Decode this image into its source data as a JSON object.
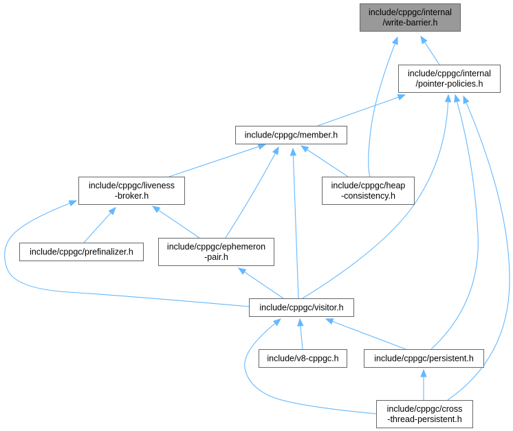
{
  "colors": {
    "edge": "#63b8ff",
    "node_fill": "#ffffff",
    "node_border": "#666666",
    "root_fill": "#999999",
    "text": "#000000"
  },
  "nodes": [
    {
      "id": "write_barrier",
      "lines": [
        "include/cppgc/internal",
        "/write-barrier.h"
      ],
      "root": true
    },
    {
      "id": "pointer_policies",
      "lines": [
        "include/cppgc/internal",
        "/pointer-policies.h"
      ]
    },
    {
      "id": "member",
      "lines": [
        "include/cppgc/member.h"
      ]
    },
    {
      "id": "liveness_broker",
      "lines": [
        "include/cppgc/liveness",
        "-broker.h"
      ]
    },
    {
      "id": "heap_consistency",
      "lines": [
        "include/cppgc/heap",
        "-consistency.h"
      ]
    },
    {
      "id": "prefinalizer",
      "lines": [
        "include/cppgc/prefinalizer.h"
      ]
    },
    {
      "id": "ephemeron_pair",
      "lines": [
        "include/cppgc/ephemeron",
        "-pair.h"
      ]
    },
    {
      "id": "visitor",
      "lines": [
        "include/cppgc/visitor.h"
      ]
    },
    {
      "id": "v8_cppgc",
      "lines": [
        "include/v8-cppgc.h"
      ]
    },
    {
      "id": "persistent",
      "lines": [
        "include/cppgc/persistent.h"
      ]
    },
    {
      "id": "cross_thread_persistent",
      "lines": [
        "include/cppgc/cross",
        "-thread-persistent.h"
      ]
    }
  ],
  "edges": [
    {
      "from": "pointer_policies",
      "to": "write_barrier"
    },
    {
      "from": "heap_consistency",
      "to": "write_barrier"
    },
    {
      "from": "member",
      "to": "pointer_policies"
    },
    {
      "from": "visitor",
      "to": "pointer_policies"
    },
    {
      "from": "persistent",
      "to": "pointer_policies"
    },
    {
      "from": "cross_thread_persistent",
      "to": "pointer_policies"
    },
    {
      "from": "liveness_broker",
      "to": "member"
    },
    {
      "from": "heap_consistency",
      "to": "member"
    },
    {
      "from": "ephemeron_pair",
      "to": "member"
    },
    {
      "from": "visitor",
      "to": "member"
    },
    {
      "from": "prefinalizer",
      "to": "liveness_broker"
    },
    {
      "from": "ephemeron_pair",
      "to": "liveness_broker"
    },
    {
      "from": "visitor",
      "to": "liveness_broker"
    },
    {
      "from": "visitor",
      "to": "ephemeron_pair"
    },
    {
      "from": "v8_cppgc",
      "to": "visitor"
    },
    {
      "from": "persistent",
      "to": "visitor"
    },
    {
      "from": "cross_thread_persistent",
      "to": "visitor"
    },
    {
      "from": "cross_thread_persistent",
      "to": "persistent"
    }
  ]
}
